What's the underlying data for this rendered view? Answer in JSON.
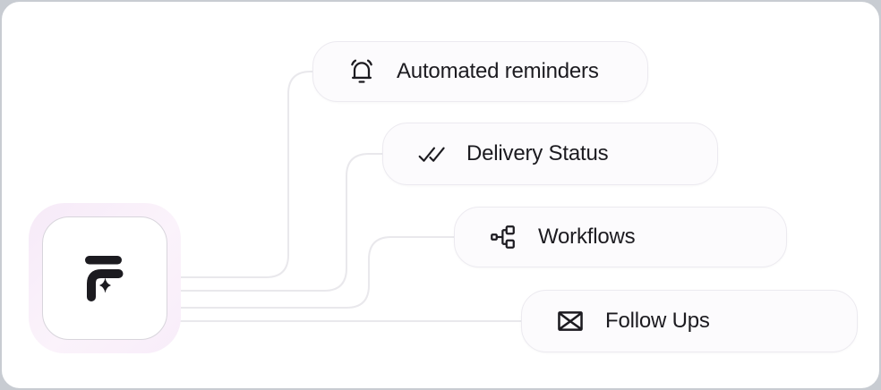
{
  "cards": [
    {
      "label": "Automated reminders",
      "icon": "bell-ring-icon"
    },
    {
      "label": "Delivery Status",
      "icon": "double-check-icon"
    },
    {
      "label": "Workflows",
      "icon": "workflow-icon"
    },
    {
      "label": "Follow Ups",
      "icon": "envelope-icon"
    }
  ],
  "logo": {
    "icon": "f-sparkle-logo-icon"
  },
  "colors": {
    "card_bg": "#fcfbfd",
    "card_border": "#eceaf0",
    "connector": "#e9e8ec",
    "text": "#1c1b20",
    "icon": "#1c1b20",
    "panel_border": "#c8ccd2",
    "logo_glow_from": "#f6eaf8",
    "logo_glow_to": "#fbf3fb"
  }
}
